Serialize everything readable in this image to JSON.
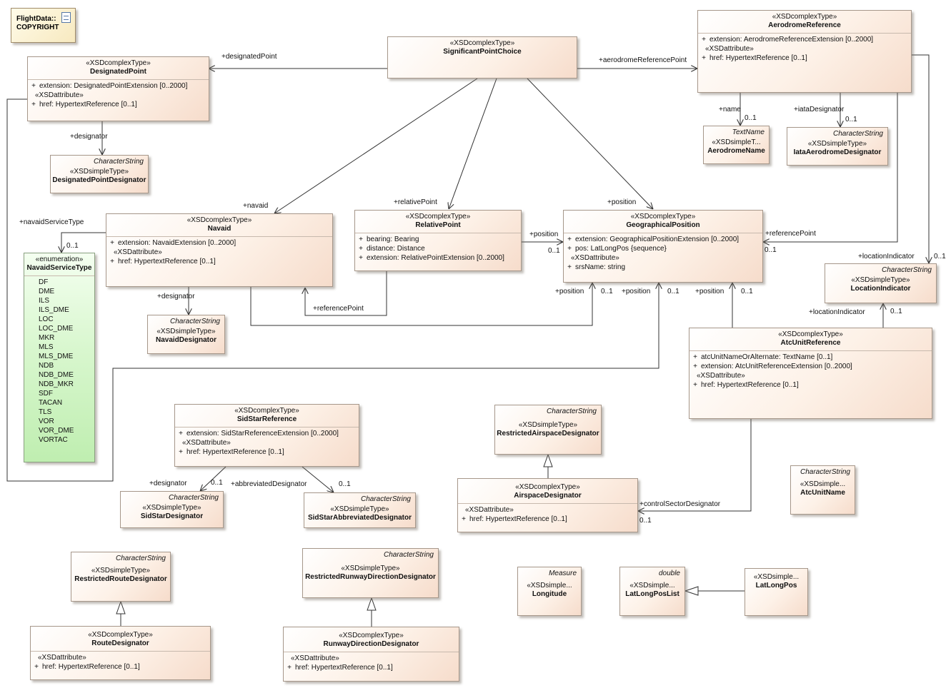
{
  "note": {
    "line1": "FlightData::",
    "line2": "COPYRIGHT"
  },
  "classes": {
    "significant_point_choice": {
      "stereo": "«XSDcomplexType»",
      "name": "SignificantPointChoice"
    },
    "aerodrome_reference": {
      "stereo": "«XSDcomplexType»",
      "name": "AerodromeReference",
      "attr1": "extension: AerodromeReferenceExtension [0..2000]",
      "group": "«XSDattribute»",
      "attr2": "href: HypertextReference [0..1]"
    },
    "designated_point": {
      "stereo": "«XSDcomplexType»",
      "name": "DesignatedPoint",
      "attr1": "extension: DesignatedPointExtension [0..2000]",
      "group": "«XSDattribute»",
      "attr2": "href: HypertextReference [0..1]"
    },
    "designated_point_designator": {
      "parent": "CharacterString",
      "stereo": "«XSDsimpleType»",
      "name": "DesignatedPointDesignator"
    },
    "aerodrome_name": {
      "parent": "TextName",
      "stereo": "«XSDsimpleT...",
      "name": "AerodromeName"
    },
    "iata_aerodrome_designator": {
      "parent": "CharacterString",
      "stereo": "«XSDsimpleType»",
      "name": "IataAerodromeDesignator"
    },
    "navaid": {
      "stereo": "«XSDcomplexType»",
      "name": "Navaid",
      "attr1": "extension: NavaidExtension [0..2000]",
      "group": "«XSDattribute»",
      "attr2": "href: HypertextReference [0..1]"
    },
    "relative_point": {
      "stereo": "«XSDcomplexType»",
      "name": "RelativePoint",
      "attr1": "bearing: Bearing",
      "attr2": "distance: Distance",
      "attr3": "extension: RelativePointExtension [0..2000]"
    },
    "geographical_position": {
      "stereo": "«XSDcomplexType»",
      "name": "GeographicalPosition",
      "attr1": "extension: GeographicalPositionExtension [0..2000]",
      "attr2": "pos: LatLongPos {sequence}",
      "group": "«XSDattribute»",
      "attr3": "srsName: string"
    },
    "navaid_service_type": {
      "stereo": "«enumeration»",
      "name": "NavaidServiceType",
      "literals": [
        "DF",
        "DME",
        "ILS",
        "ILS_DME",
        "LOC",
        "LOC_DME",
        "MKR",
        "MLS",
        "MLS_DME",
        "NDB",
        "NDB_DME",
        "NDB_MKR",
        "SDF",
        "TACAN",
        "TLS",
        "VOR",
        "VOR_DME",
        "VORTAC"
      ]
    },
    "navaid_designator": {
      "parent": "CharacterString",
      "stereo": "«XSDsimpleType»",
      "name": "NavaidDesignator"
    },
    "location_indicator": {
      "parent": "CharacterString",
      "stereo": "«XSDsimpleType»",
      "name": "LocationIndicator"
    },
    "atc_unit_reference": {
      "stereo": "«XSDcomplexType»",
      "name": "AtcUnitReference",
      "attr1": "atcUnitNameOrAlternate: TextName [0..1]",
      "attr2": "extension: AtcUnitReferenceExtension [0..2000]",
      "group": "«XSDattribute»",
      "attr3": "href: HypertextReference [0..1]"
    },
    "sid_star_reference": {
      "stereo": "«XSDcomplexType»",
      "name": "SidStarReference",
      "attr1": "extension: SidStarReferenceExtension [0..2000]",
      "group": "«XSDattribute»",
      "attr2": "href: HypertextReference [0..1]"
    },
    "sid_star_designator": {
      "parent": "CharacterString",
      "stereo": "«XSDsimpleType»",
      "name": "SidStarDesignator"
    },
    "sid_star_abbreviated_designator": {
      "parent": "CharacterString",
      "stereo": "«XSDsimpleType»",
      "name": "SidStarAbbreviatedDesignator"
    },
    "restricted_airspace_designator": {
      "parent": "CharacterString",
      "stereo": "«XSDsimpleType»",
      "name": "RestrictedAirspaceDesignator"
    },
    "airspace_designator": {
      "stereo": "«XSDcomplexType»",
      "name": "AirspaceDesignator",
      "group": "«XSDattribute»",
      "attr1": "href: HypertextReference [0..1]"
    },
    "atc_unit_name": {
      "parent": "CharacterString",
      "stereo": "«XSDsimple...",
      "name": "AtcUnitName"
    },
    "restricted_route_designator": {
      "parent": "CharacterString",
      "stereo": "«XSDsimpleType»",
      "name": "RestrictedRouteDesignator"
    },
    "route_designator": {
      "stereo": "«XSDcomplexType»",
      "name": "RouteDesignator",
      "group": "«XSDattribute»",
      "attr1": "href: HypertextReference [0..1]"
    },
    "restricted_runway_direction_designator": {
      "parent": "CharacterString",
      "stereo": "«XSDsimpleType»",
      "name": "RestrictedRunwayDirectionDesignator"
    },
    "runway_direction_designator": {
      "stereo": "«XSDcomplexType»",
      "name": "RunwayDirectionDesignator",
      "group": "«XSDattribute»",
      "attr1": "href: HypertextReference [0..1]"
    },
    "longitude": {
      "parent": "Measure",
      "stereo": "«XSDsimple...",
      "name": "Longitude"
    },
    "lat_long_pos_list": {
      "parent": "double",
      "stereo": "«XSDsimple...",
      "name": "LatLongPosList"
    },
    "lat_long_pos": {
      "stereo": "«XSDsimple...",
      "name": "LatLongPos"
    }
  },
  "visibility": "+",
  "labels": {
    "designated_point": "+designatedPoint",
    "aerodrome_reference_point": "+aerodromeReferencePoint",
    "designator": "+designator",
    "name": "+name",
    "iata_designator": "+iataDesignator",
    "navaid": "+navaid",
    "relative_point": "+relativePoint",
    "position": "+position",
    "navaid_service_type": "+navaidServiceType",
    "reference_point": "+referencePoint",
    "location_indicator": "+locationIndicator",
    "abbreviated_designator": "+abbreviatedDesignator",
    "control_sector_designator": "+controlSectorDesignator",
    "mult": "0..1"
  }
}
